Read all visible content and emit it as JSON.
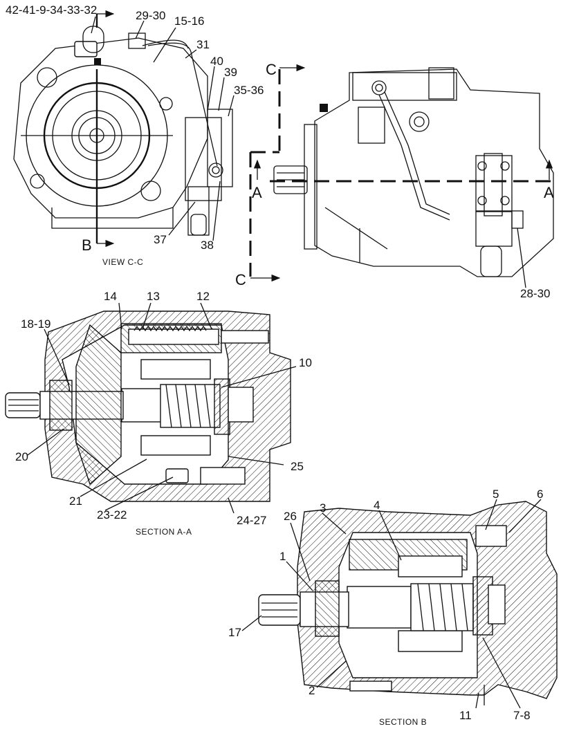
{
  "views": {
    "view_cc": {
      "caption": "VIEW C-C",
      "arrow_b": "B"
    },
    "side_view": {
      "marker_c_top": "C",
      "marker_c_bottom": "C",
      "marker_a_left": "A",
      "marker_a_right": "A"
    },
    "section_aa": {
      "caption": "SECTION A-A"
    },
    "section_b": {
      "caption": "SECTION B"
    }
  },
  "callouts": {
    "c42": "42-41-9-34-33-32",
    "c2930": "29-30",
    "c1516": "15-16",
    "c31": "31",
    "c40": "40",
    "c39": "39",
    "c3536": "35-36",
    "c37": "37",
    "c38": "38",
    "c2830": "28-30",
    "c14": "14",
    "c13": "13",
    "c12": "12",
    "c1819": "18-19",
    "c10": "10",
    "c20": "20",
    "c25": "25",
    "c21": "21",
    "c2322": "23-22",
    "c2427": "24-27",
    "c26": "26",
    "c3": "3",
    "c4": "4",
    "c5": "5",
    "c6": "6",
    "c1": "1",
    "c17": "17",
    "c2": "2",
    "c11": "11",
    "c78": "7-8"
  }
}
